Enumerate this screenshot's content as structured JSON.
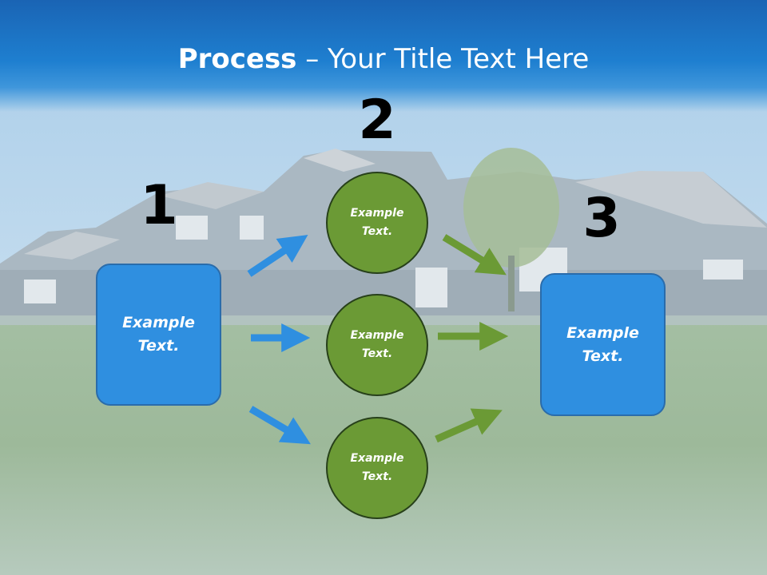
{
  "slide": {
    "title_bold": "Process",
    "title_rest": " – Your Title Text Here"
  },
  "steps": {
    "step1": {
      "number": "1",
      "text": "Example Text."
    },
    "step2": {
      "number": "2"
    },
    "step3": {
      "number": "3",
      "text": "Example Text."
    }
  },
  "circles": [
    {
      "text": "Example Text."
    },
    {
      "text": "Example Text."
    },
    {
      "text": "Example Text."
    }
  ],
  "colors": {
    "blue_box": "#2f8fe0",
    "green_circle": "#6b9a35",
    "blue_arrow": "#2f8fe0",
    "green_arrow": "#6b9a35",
    "header": "#1e7fd0"
  }
}
